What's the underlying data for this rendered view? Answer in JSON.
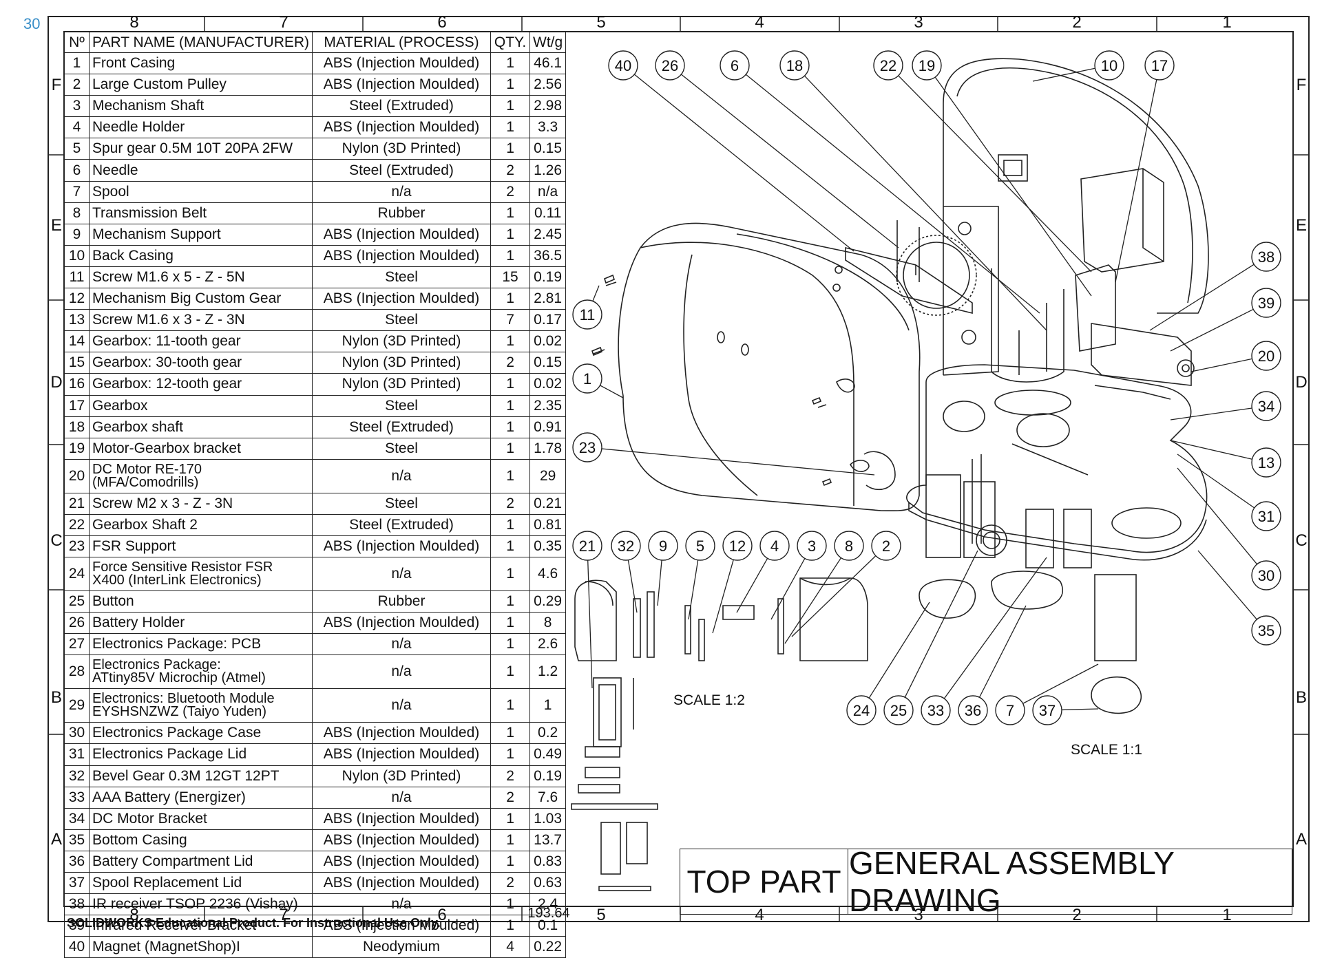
{
  "page_number": "30",
  "zones": {
    "columns": [
      "8",
      "7",
      "6",
      "5",
      "4",
      "3",
      "2",
      "1"
    ],
    "rows": [
      "F",
      "E",
      "D",
      "C",
      "B",
      "A"
    ]
  },
  "bom": {
    "headers": [
      "Nº",
      "PART NAME (MANUFACTURER)",
      "MATERIAL (PROCESS)",
      "QTY.",
      "Wt/g"
    ],
    "rows": [
      {
        "no": "1",
        "name": "Front Casing",
        "material": "ABS (Injection Moulded)",
        "qty": "1",
        "wt": "46.1"
      },
      {
        "no": "2",
        "name": "Large Custom Pulley",
        "material": "ABS (Injection Moulded)",
        "qty": "1",
        "wt": "2.56"
      },
      {
        "no": "3",
        "name": "Mechanism Shaft",
        "material": "Steel (Extruded)",
        "qty": "1",
        "wt": "2.98"
      },
      {
        "no": "4",
        "name": "Needle Holder",
        "material": "ABS (Injection Moulded)",
        "qty": "1",
        "wt": "3.3"
      },
      {
        "no": "5",
        "name": "Spur gear 0.5M 10T 20PA 2FW",
        "material": "Nylon (3D Printed)",
        "qty": "1",
        "wt": "0.15"
      },
      {
        "no": "6",
        "name": "Needle",
        "material": "Steel (Extruded)",
        "qty": "2",
        "wt": "1.26"
      },
      {
        "no": "7",
        "name": "Spool",
        "material": "n/a",
        "qty": "2",
        "wt": "n/a"
      },
      {
        "no": "8",
        "name": "Transmission Belt",
        "material": "Rubber",
        "qty": "1",
        "wt": "0.11"
      },
      {
        "no": "9",
        "name": "Mechanism Support",
        "material": "ABS (Injection Moulded)",
        "qty": "1",
        "wt": "2.45"
      },
      {
        "no": "10",
        "name": "Back Casing",
        "material": "ABS (Injection Moulded)",
        "qty": "1",
        "wt": "36.5"
      },
      {
        "no": "11",
        "name": "Screw M1.6 x 5 - Z - 5N",
        "material": "Steel",
        "qty": "15",
        "wt": "0.19"
      },
      {
        "no": "12",
        "name": "Mechanism Big Custom Gear",
        "material": "ABS (Injection Moulded)",
        "qty": "1",
        "wt": "2.81"
      },
      {
        "no": "13",
        "name": "Screw M1.6 x 3 - Z - 3N",
        "material": "Steel",
        "qty": "7",
        "wt": "0.17"
      },
      {
        "no": "14",
        "name": "Gearbox: 11-tooth gear",
        "material": "Nylon (3D Printed)",
        "qty": "1",
        "wt": "0.02"
      },
      {
        "no": "15",
        "name": "Gearbox: 30-tooth gear",
        "material": "Nylon (3D Printed)",
        "qty": "2",
        "wt": "0.15"
      },
      {
        "no": "16",
        "name": "Gearbox: 12-tooth gear",
        "material": "Nylon (3D Printed)",
        "qty": "1",
        "wt": "0.02"
      },
      {
        "no": "17",
        "name": "Gearbox",
        "material": "Steel",
        "qty": "1",
        "wt": "2.35"
      },
      {
        "no": "18",
        "name": "Gearbox shaft",
        "material": "Steel (Extruded)",
        "qty": "1",
        "wt": "0.91"
      },
      {
        "no": "19",
        "name": "Motor-Gearbox bracket",
        "material": "Steel",
        "qty": "1",
        "wt": "1.78"
      },
      {
        "no": "20",
        "name": "DC Motor RE-170",
        "name2": "(MFA/Comodrills)",
        "material": "n/a",
        "qty": "1",
        "wt": "29"
      },
      {
        "no": "21",
        "name": "Screw M2 x 3 - Z - 3N",
        "material": "Steel",
        "qty": "2",
        "wt": "0.21"
      },
      {
        "no": "22",
        "name": "Gearbox Shaft 2",
        "material": "Steel (Extruded)",
        "qty": "1",
        "wt": "0.81"
      },
      {
        "no": "23",
        "name": "FSR Support",
        "material": "ABS (Injection Moulded)",
        "qty": "1",
        "wt": "0.35"
      },
      {
        "no": "24",
        "name": "Force Sensitive Resistor FSR",
        "name2": "X400 (InterLink Electronics)",
        "material": "n/a",
        "qty": "1",
        "wt": "4.6"
      },
      {
        "no": "25",
        "name": "Button",
        "material": "Rubber",
        "qty": "1",
        "wt": "0.29"
      },
      {
        "no": "26",
        "name": "Battery Holder",
        "material": "ABS (Injection Moulded)",
        "qty": "1",
        "wt": "8"
      },
      {
        "no": "27",
        "name": "Electronics Package: PCB",
        "material": "n/a",
        "qty": "1",
        "wt": "2.6"
      },
      {
        "no": "28",
        "name": "Electronics Package:",
        "name2": "ATtiny85V Microchip (Atmel)",
        "material": "n/a",
        "qty": "1",
        "wt": "1.2"
      },
      {
        "no": "29",
        "name": "Electronics: Bluetooth Module",
        "name2": "EYSHSNZWZ (Taiyo Yuden)",
        "material": "n/a",
        "qty": "1",
        "wt": "1"
      },
      {
        "no": "30",
        "name": "Electronics Package Case",
        "material": "ABS (Injection Moulded)",
        "qty": "1",
        "wt": "0.2"
      },
      {
        "no": "31",
        "name": "Electronics Package Lid",
        "material": "ABS (Injection Moulded)",
        "qty": "1",
        "wt": "0.49"
      },
      {
        "no": "32",
        "name": "Bevel Gear 0.3M 12GT 12PT",
        "material": "Nylon (3D Printed)",
        "qty": "2",
        "wt": "0.19"
      },
      {
        "no": "33",
        "name": "AAA Battery (Energizer)",
        "material": "n/a",
        "qty": "2",
        "wt": "7.6"
      },
      {
        "no": "34",
        "name": "DC Motor Bracket",
        "material": "ABS (Injection Moulded)",
        "qty": "1",
        "wt": "1.03"
      },
      {
        "no": "35",
        "name": "Bottom Casing",
        "material": "ABS (Injection Moulded)",
        "qty": "1",
        "wt": "13.7"
      },
      {
        "no": "36",
        "name": "Battery Compartment Lid",
        "material": "ABS (Injection Moulded)",
        "qty": "1",
        "wt": "0.83"
      },
      {
        "no": "37",
        "name": "Spool Replacement Lid",
        "material": "ABS (Injection Moulded)",
        "qty": "2",
        "wt": "0.63"
      },
      {
        "no": "38",
        "name": "IR receiver TSOP 2236 (Vishay)",
        "material": "n/a",
        "qty": "1",
        "wt": "2.4"
      },
      {
        "no": "39",
        "name": "Infrared Receiver Bracket",
        "material": "ABS (Injection Moulded)",
        "qty": "1",
        "wt": "0.1"
      },
      {
        "no": "40",
        "name": "Magnet (MagnetShop)I",
        "material": "Neodymium",
        "qty": "4",
        "wt": "0.22"
      }
    ],
    "total_weight": "193.64"
  },
  "balloons": [
    "40",
    "26",
    "6",
    "18",
    "22",
    "19",
    "10",
    "17",
    "11",
    "1",
    "23",
    "38",
    "39",
    "20",
    "34",
    "13",
    "31",
    "30",
    "35",
    "21",
    "32",
    "9",
    "5",
    "12",
    "4",
    "3",
    "8",
    "2",
    "24",
    "25",
    "33",
    "36",
    "7",
    "37"
  ],
  "scale_labels": {
    "small": "SCALE 1:2",
    "large": "SCALE 1:1"
  },
  "title_block": {
    "part": "TOP PART",
    "title": "GENERAL ASSEMBLY DRAWING"
  },
  "footer": "SOLIDWORKS Educational Product. For Instructional Use Only."
}
